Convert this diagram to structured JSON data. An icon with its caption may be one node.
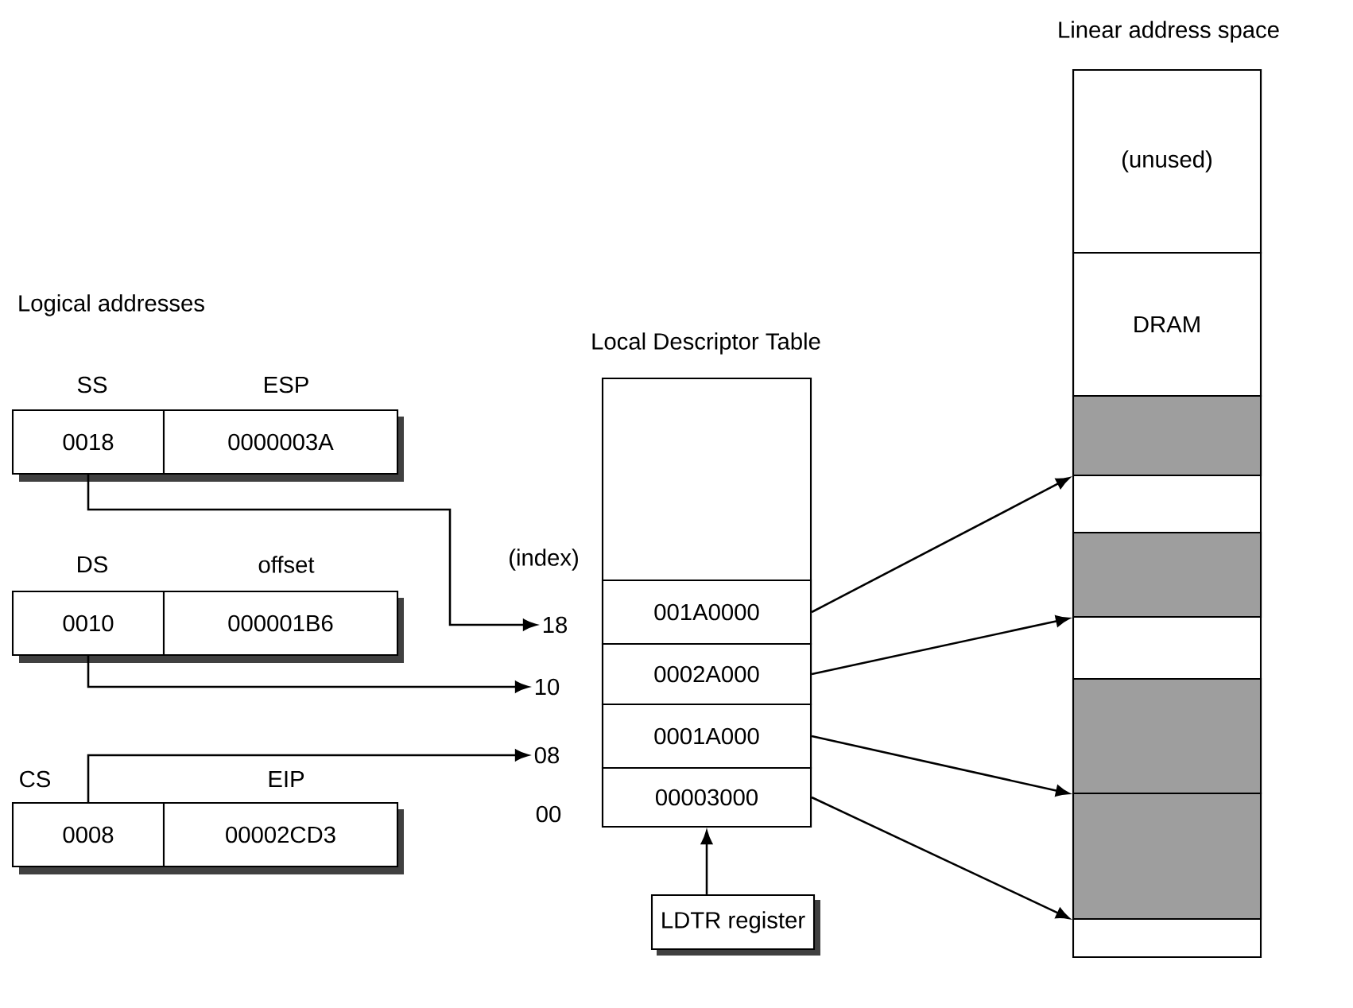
{
  "diagram": {
    "nodes": [
      {
        "text": [
          "SS",
          "0018"
        ]
      },
      {
        "text": [
          "ESP",
          "0000003A"
        ]
      },
      {
        "text": [
          "DS",
          "0010"
        ]
      },
      {
        "text": [
          "offset",
          "000001B6"
        ]
      },
      {
        "text": [
          "CS",
          "0008"
        ]
      },
      {
        "text": [
          "EIP",
          "00002CD3"
        ]
      },
      {
        "text": [
          "Local Descriptor Table"
        ]
      },
      {
        "text": [
          "001A0000"
        ],
        "in": 6
      },
      {
        "text": [
          "0002A000"
        ],
        "in": 6
      },
      {
        "text": [
          "0001A000"
        ],
        "in": 6
      },
      {
        "text": [
          "00003000"
        ],
        "in": 6
      },
      {
        "text": [
          "18"
        ]
      },
      {
        "text": [
          "10"
        ]
      },
      {
        "text": [
          "08"
        ]
      },
      {
        "text": [
          "LDTR register"
        ]
      },
      {
        "text": [
          "Linear address space"
        ]
      },
      {
        "text": [
          "(unused)"
        ],
        "in": 15
      },
      {
        "text": [
          "DRAM"
        ],
        "in": 15
      },
      {
        "text": [],
        "shape": "box",
        "in": 15
      },
      {
        "text": [],
        "shape": "box",
        "in": 15
      },
      {
        "text": [],
        "shape": "box",
        "in": 15
      },
      {
        "text": [],
        "shape": "box",
        "in": 15
      }
    ],
    "edges": [
      {
        "from": 0,
        "to": 11,
        "arrow": "to"
      },
      {
        "from": 2,
        "to": 12,
        "arrow": "to"
      },
      {
        "from": 4,
        "to": 13,
        "arrow": "to"
      },
      {
        "from": 14,
        "to": 10,
        "arrow": "to"
      },
      {
        "from": 7,
        "to": 18,
        "arrow": "to"
      },
      {
        "from": 8,
        "to": 19,
        "arrow": "to"
      },
      {
        "from": 9,
        "to": 20,
        "arrow": "to"
      },
      {
        "from": 10,
        "to": 21,
        "arrow": "to"
      }
    ],
    "labels": [
      "Logical addresses",
      "(index)",
      "00"
    ]
  }
}
